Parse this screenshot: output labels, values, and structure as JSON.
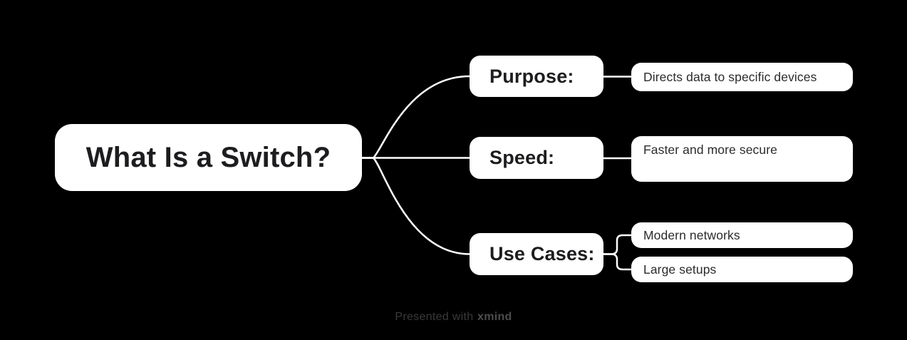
{
  "canvas": {
    "background_color": "#000000",
    "node_fill_color": "#ffffff",
    "node_text_color": "#1d1d1f",
    "connector_color": "#ffffff"
  },
  "mindmap": {
    "root": {
      "label": "What Is a Switch?"
    },
    "branches": [
      {
        "label": "Purpose:",
        "children": [
          {
            "label": "Directs data to specific devices"
          }
        ]
      },
      {
        "label": "Speed:",
        "children": [
          {
            "label": "Faster and more secure"
          }
        ]
      },
      {
        "label": "Use Cases:",
        "children": [
          {
            "label": "Modern networks"
          },
          {
            "label": "Large setups"
          }
        ]
      }
    ]
  },
  "footer": {
    "prefix": "Presented with",
    "brand": "xmind"
  }
}
